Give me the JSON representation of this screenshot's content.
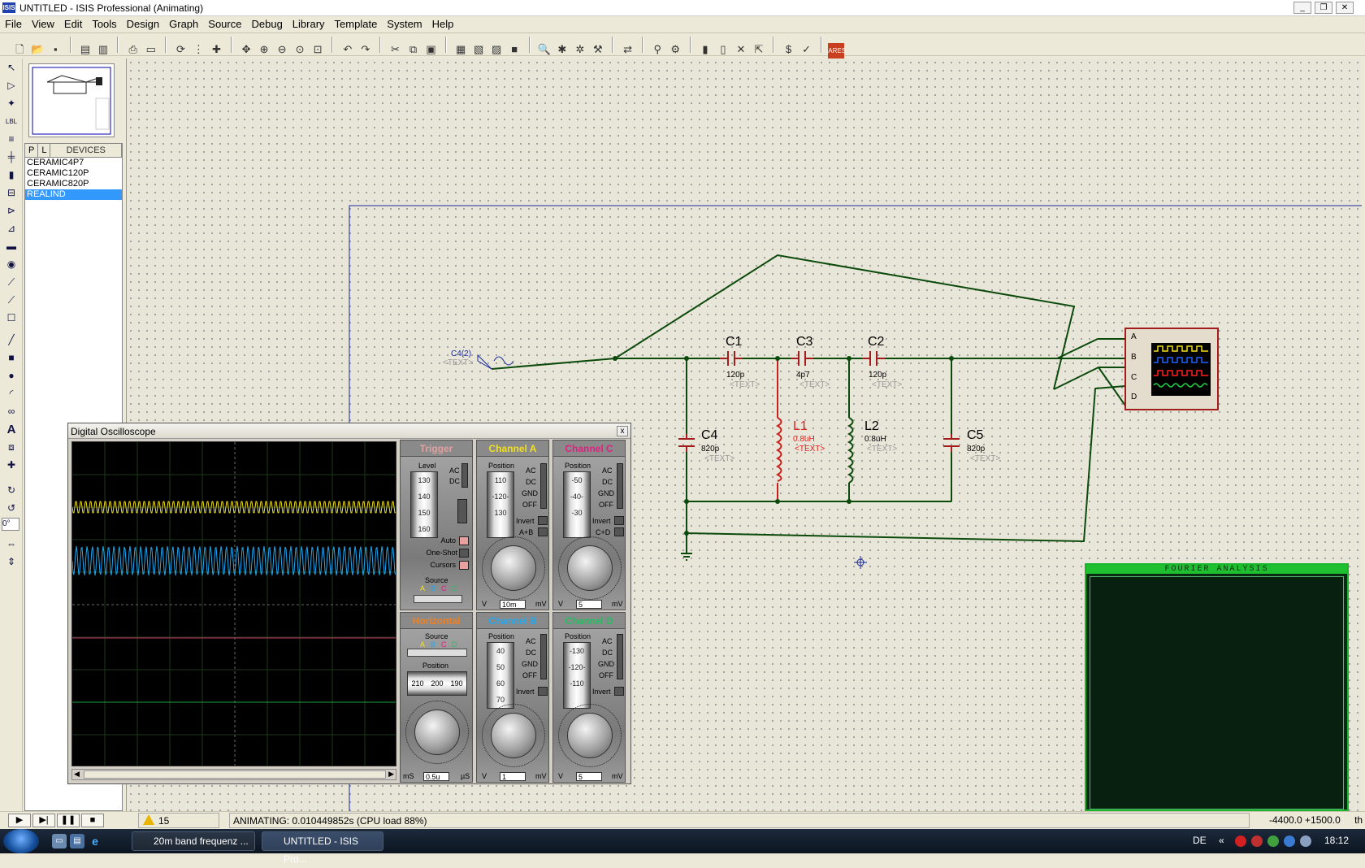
{
  "window": {
    "title": "UNTITLED - ISIS Professional (Animating)",
    "logo": "ISIS",
    "min": "_",
    "max": "❐",
    "close": "✕"
  },
  "menu": [
    "File",
    "View",
    "Edit",
    "Tools",
    "Design",
    "Graph",
    "Source",
    "Debug",
    "Library",
    "Template",
    "System",
    "Help"
  ],
  "device_panel": {
    "tab_p": "P",
    "tab_l": "L",
    "title": "DEVICES",
    "items": [
      "CERAMIC4P7",
      "CERAMIC120P",
      "CERAMIC820P",
      "REALIND"
    ],
    "selected": "REALIND"
  },
  "left_tools": {
    "rotation_value": "0°"
  },
  "schematic": {
    "source": {
      "name": "C4(2)",
      "text": "<TEXT>"
    },
    "components": [
      {
        "ref": "C1",
        "value": "120p",
        "text": "<TEXT>"
      },
      {
        "ref": "C3",
        "value": "4p7",
        "text": "<TEXT>"
      },
      {
        "ref": "C2",
        "value": "120p",
        "text": "<TEXT>"
      },
      {
        "ref": "C4",
        "value": "820p",
        "text": "<TEXT>"
      },
      {
        "ref": "L1",
        "value": "0.8uH",
        "text": "<TEXT>"
      },
      {
        "ref": "L2",
        "value": "0.8uH",
        "text": "<TEXT>"
      },
      {
        "ref": "C5",
        "value": "820p",
        "text": "<TEXT>"
      }
    ],
    "scope_pins": [
      "A",
      "B",
      "C",
      "D"
    ]
  },
  "oscilloscope": {
    "title": "Digital Oscilloscope",
    "close": "x",
    "trigger": {
      "head": "Trigger",
      "level_label": "Level",
      "level_drum": [
        "130",
        "140",
        "150",
        "160"
      ],
      "ac": "AC",
      "dc": "DC",
      "auto": "Auto",
      "one_shot": "One-Shot",
      "cursors": "Cursors",
      "source_label": "Source",
      "sources": [
        "A",
        "B",
        "C",
        "D"
      ]
    },
    "horizontal": {
      "head": "Horizontal",
      "source_label": "Source",
      "sources": [
        "A",
        "B",
        "C",
        "D"
      ],
      "position_label": "Position",
      "position_drum": [
        "210",
        "200",
        "190"
      ],
      "input": "0.5u",
      "unit_left": "mS",
      "unit_right": "µS"
    },
    "channel_a": {
      "head": "Channel A",
      "color": "#f0e020",
      "position_label": "Position",
      "drum": [
        "110",
        "-120-",
        "130"
      ],
      "modes": [
        "AC",
        "DC",
        "GND",
        "OFF"
      ],
      "invert": "Invert",
      "extra": "A+B",
      "input": "10m",
      "unit_left": "V",
      "unit_right": "mV"
    },
    "channel_b": {
      "head": "Channel B",
      "color": "#20a8f0",
      "position_label": "Position",
      "drum": [
        "40",
        "50",
        "60",
        "70"
      ],
      "modes": [
        "AC",
        "DC",
        "GND",
        "OFF"
      ],
      "invert": "Invert",
      "input": "1",
      "unit_left": "V",
      "unit_right": "mV"
    },
    "channel_c": {
      "head": "Channel C",
      "color": "#e02080",
      "position_label": "Position",
      "drum": [
        "-50",
        "-40-",
        "-30"
      ],
      "modes": [
        "AC",
        "DC",
        "GND",
        "OFF"
      ],
      "invert": "Invert",
      "extra": "C+D",
      "input": "5",
      "unit_left": "V",
      "unit_right": "mV"
    },
    "channel_d": {
      "head": "Channel D",
      "color": "#20c060",
      "position_label": "Position",
      "drum": [
        "-130",
        "-120-",
        "-110"
      ],
      "modes": [
        "AC",
        "DC",
        "GND",
        "OFF"
      ],
      "invert": "Invert",
      "input": "5",
      "unit_left": "V",
      "unit_right": "mV"
    }
  },
  "fourier": {
    "title": "FOURIER ANALYSIS"
  },
  "status": {
    "messages": "15 Message(s)",
    "animating": "ANIMATING: 0.010449852s (CPU load 88%)",
    "coords": "-4400.0  +1500.0",
    "unit": "th"
  },
  "taskbar": {
    "tasks": [
      {
        "label": "20m band frequenz ...",
        "active": false
      },
      {
        "label": "UNTITLED - ISIS Pro...",
        "active": true
      }
    ],
    "lang": "DE",
    "clock": "18:12"
  }
}
